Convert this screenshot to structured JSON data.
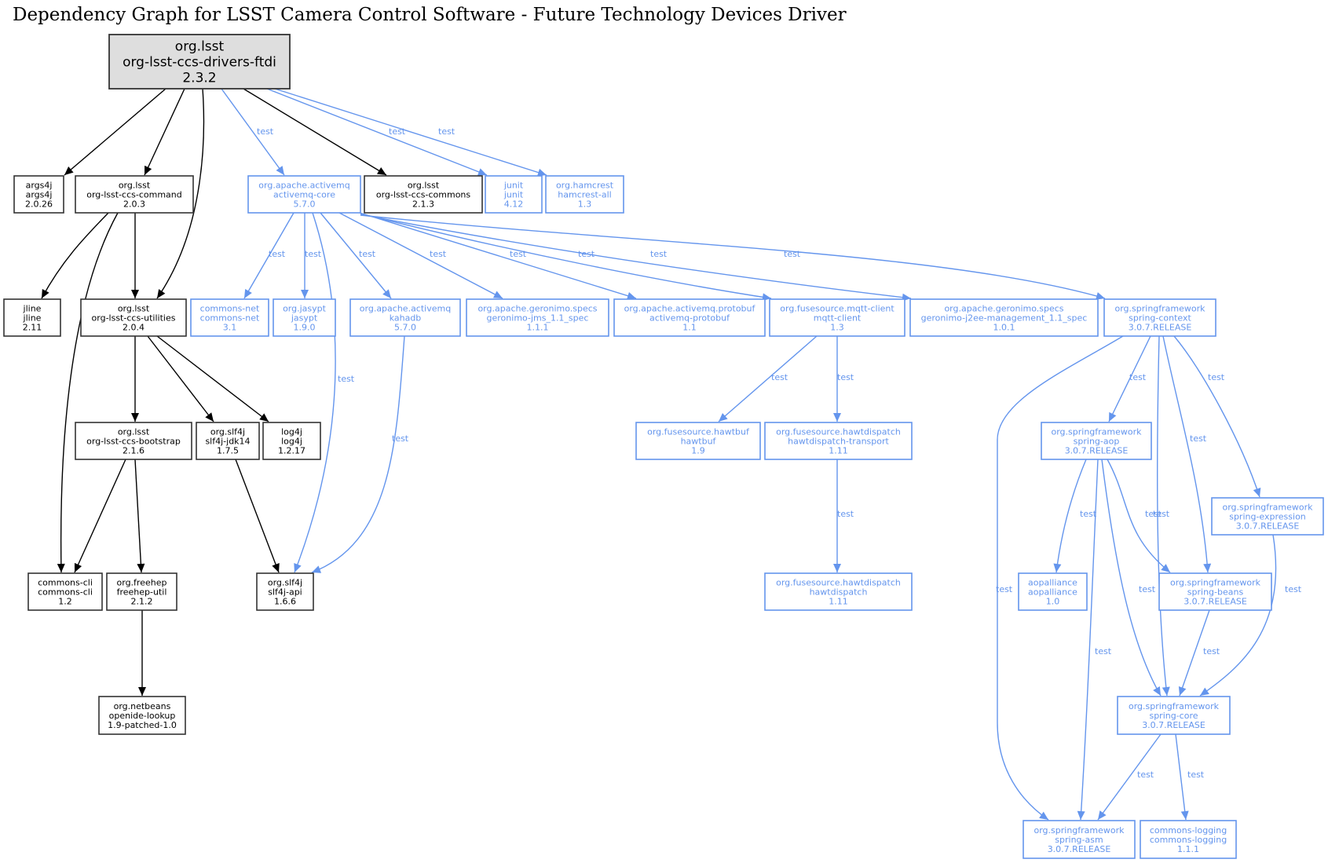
{
  "title": "Dependency Graph for LSST Camera Control Software - Future Technology Devices Driver",
  "colors": {
    "compile": "#000000",
    "test": "#6495ed",
    "root_fill": "#dedede"
  },
  "nodes": [
    {
      "id": "root",
      "group": "org.lsst",
      "artifact": "org-lsst-ccs-drivers-ftdi",
      "version": "2.3.2",
      "scope": "root"
    },
    {
      "id": "args4j",
      "group": "args4j",
      "artifact": "args4j",
      "version": "2.0.26",
      "scope": "compile"
    },
    {
      "id": "command",
      "group": "org.lsst",
      "artifact": "org-lsst-ccs-command",
      "version": "2.0.3",
      "scope": "compile"
    },
    {
      "id": "activemq-core",
      "group": "org.apache.activemq",
      "artifact": "activemq-core",
      "version": "5.7.0",
      "scope": "test"
    },
    {
      "id": "commons",
      "group": "org.lsst",
      "artifact": "org-lsst-ccs-commons",
      "version": "2.1.3",
      "scope": "compile"
    },
    {
      "id": "junit",
      "group": "junit",
      "artifact": "junit",
      "version": "4.12",
      "scope": "test"
    },
    {
      "id": "hamcrest",
      "group": "org.hamcrest",
      "artifact": "hamcrest-all",
      "version": "1.3",
      "scope": "test"
    },
    {
      "id": "jline",
      "group": "jline",
      "artifact": "jline",
      "version": "2.11",
      "scope": "compile"
    },
    {
      "id": "utilities",
      "group": "org.lsst",
      "artifact": "org-lsst-ccs-utilities",
      "version": "2.0.4",
      "scope": "compile"
    },
    {
      "id": "commons-net",
      "group": "commons-net",
      "artifact": "commons-net",
      "version": "3.1",
      "scope": "test"
    },
    {
      "id": "jasypt",
      "group": "org.jasypt",
      "artifact": "jasypt",
      "version": "1.9.0",
      "scope": "test"
    },
    {
      "id": "kahadb",
      "group": "org.apache.activemq",
      "artifact": "kahadb",
      "version": "5.7.0",
      "scope": "test"
    },
    {
      "id": "geronimo-jms",
      "group": "org.apache.geronimo.specs",
      "artifact": "geronimo-jms_1.1_spec",
      "version": "1.1.1",
      "scope": "test"
    },
    {
      "id": "protobuf",
      "group": "org.apache.activemq.protobuf",
      "artifact": "activemq-protobuf",
      "version": "1.1",
      "scope": "test"
    },
    {
      "id": "mqtt",
      "group": "org.fusesource.mqtt-client",
      "artifact": "mqtt-client",
      "version": "1.3",
      "scope": "test"
    },
    {
      "id": "geronimo-j2ee",
      "group": "org.apache.geronimo.specs",
      "artifact": "geronimo-j2ee-management_1.1_spec",
      "version": "1.0.1",
      "scope": "test"
    },
    {
      "id": "spring-context",
      "group": "org.springframework",
      "artifact": "spring-context",
      "version": "3.0.7.RELEASE",
      "scope": "test"
    },
    {
      "id": "bootstrap",
      "group": "org.lsst",
      "artifact": "org-lsst-ccs-bootstrap",
      "version": "2.1.6",
      "scope": "compile"
    },
    {
      "id": "slf4j-jdk14",
      "group": "org.slf4j",
      "artifact": "slf4j-jdk14",
      "version": "1.7.5",
      "scope": "compile"
    },
    {
      "id": "log4j",
      "group": "log4j",
      "artifact": "log4j",
      "version": "1.2.17",
      "scope": "compile"
    },
    {
      "id": "hawtbuf",
      "group": "org.fusesource.hawtbuf",
      "artifact": "hawtbuf",
      "version": "1.9",
      "scope": "test"
    },
    {
      "id": "hawtdispatch-transport",
      "group": "org.fusesource.hawtdispatch",
      "artifact": "hawtdispatch-transport",
      "version": "1.11",
      "scope": "test"
    },
    {
      "id": "spring-aop",
      "group": "org.springframework",
      "artifact": "spring-aop",
      "version": "3.0.7.RELEASE",
      "scope": "test"
    },
    {
      "id": "spring-expression",
      "group": "org.springframework",
      "artifact": "spring-expression",
      "version": "3.0.7.RELEASE",
      "scope": "test"
    },
    {
      "id": "commons-cli",
      "group": "commons-cli",
      "artifact": "commons-cli",
      "version": "1.2",
      "scope": "compile"
    },
    {
      "id": "freehep",
      "group": "org.freehep",
      "artifact": "freehep-util",
      "version": "2.1.2",
      "scope": "compile"
    },
    {
      "id": "slf4j-api",
      "group": "org.slf4j",
      "artifact": "slf4j-api",
      "version": "1.6.6",
      "scope": "compile"
    },
    {
      "id": "hawtdispatch",
      "group": "org.fusesource.hawtdispatch",
      "artifact": "hawtdispatch",
      "version": "1.11",
      "scope": "test"
    },
    {
      "id": "aopalliance",
      "group": "aopalliance",
      "artifact": "aopalliance",
      "version": "1.0",
      "scope": "test"
    },
    {
      "id": "spring-beans",
      "group": "org.springframework",
      "artifact": "spring-beans",
      "version": "3.0.7.RELEASE",
      "scope": "test"
    },
    {
      "id": "openide",
      "group": "org.netbeans",
      "artifact": "openide-lookup",
      "version": "1.9-patched-1.0",
      "scope": "compile"
    },
    {
      "id": "spring-core",
      "group": "org.springframework",
      "artifact": "spring-core",
      "version": "3.0.7.RELEASE",
      "scope": "test"
    },
    {
      "id": "spring-asm",
      "group": "org.springframework",
      "artifact": "spring-asm",
      "version": "3.0.7.RELEASE",
      "scope": "test"
    },
    {
      "id": "commons-logging",
      "group": "commons-logging",
      "artifact": "commons-logging",
      "version": "1.1.1",
      "scope": "test"
    }
  ],
  "edges": [
    {
      "from": "root",
      "to": "args4j",
      "scope": "compile",
      "label": ""
    },
    {
      "from": "root",
      "to": "command",
      "scope": "compile",
      "label": ""
    },
    {
      "from": "root",
      "to": "utilities",
      "scope": "compile",
      "label": ""
    },
    {
      "from": "root",
      "to": "activemq-core",
      "scope": "test",
      "label": "test"
    },
    {
      "from": "root",
      "to": "commons",
      "scope": "compile",
      "label": ""
    },
    {
      "from": "root",
      "to": "junit",
      "scope": "test",
      "label": "test"
    },
    {
      "from": "root",
      "to": "hamcrest",
      "scope": "test",
      "label": "test"
    },
    {
      "from": "command",
      "to": "jline",
      "scope": "compile",
      "label": ""
    },
    {
      "from": "command",
      "to": "utilities",
      "scope": "compile",
      "label": ""
    },
    {
      "from": "command",
      "to": "commons-cli",
      "scope": "compile",
      "label": ""
    },
    {
      "from": "utilities",
      "to": "bootstrap",
      "scope": "compile",
      "label": ""
    },
    {
      "from": "utilities",
      "to": "slf4j-jdk14",
      "scope": "compile",
      "label": ""
    },
    {
      "from": "utilities",
      "to": "log4j",
      "scope": "compile",
      "label": ""
    },
    {
      "from": "bootstrap",
      "to": "commons-cli",
      "scope": "compile",
      "label": ""
    },
    {
      "from": "bootstrap",
      "to": "freehep",
      "scope": "compile",
      "label": ""
    },
    {
      "from": "freehep",
      "to": "openide",
      "scope": "compile",
      "label": ""
    },
    {
      "from": "slf4j-jdk14",
      "to": "slf4j-api",
      "scope": "compile",
      "label": ""
    },
    {
      "from": "activemq-core",
      "to": "commons-net",
      "scope": "test",
      "label": "test"
    },
    {
      "from": "activemq-core",
      "to": "jasypt",
      "scope": "test",
      "label": "test"
    },
    {
      "from": "activemq-core",
      "to": "slf4j-api",
      "scope": "test",
      "label": "test"
    },
    {
      "from": "activemq-core",
      "to": "kahadb",
      "scope": "test",
      "label": "test"
    },
    {
      "from": "activemq-core",
      "to": "geronimo-jms",
      "scope": "test",
      "label": "test"
    },
    {
      "from": "activemq-core",
      "to": "protobuf",
      "scope": "test",
      "label": "test"
    },
    {
      "from": "activemq-core",
      "to": "mqtt",
      "scope": "test",
      "label": "test"
    },
    {
      "from": "activemq-core",
      "to": "geronimo-j2ee",
      "scope": "test",
      "label": "test"
    },
    {
      "from": "activemq-core",
      "to": "spring-context",
      "scope": "test",
      "label": "test"
    },
    {
      "from": "kahadb",
      "to": "slf4j-api",
      "scope": "test",
      "label": "test"
    },
    {
      "from": "mqtt",
      "to": "hawtbuf",
      "scope": "test",
      "label": "test"
    },
    {
      "from": "mqtt",
      "to": "hawtdispatch-transport",
      "scope": "test",
      "label": "test"
    },
    {
      "from": "hawtdispatch-transport",
      "to": "hawtdispatch",
      "scope": "test",
      "label": "test"
    },
    {
      "from": "spring-context",
      "to": "spring-aop",
      "scope": "test",
      "label": "test"
    },
    {
      "from": "spring-context",
      "to": "spring-expression",
      "scope": "test",
      "label": "test"
    },
    {
      "from": "spring-context",
      "to": "spring-beans",
      "scope": "test",
      "label": "test"
    },
    {
      "from": "spring-context",
      "to": "spring-core",
      "scope": "test",
      "label": "test"
    },
    {
      "from": "spring-context",
      "to": "spring-asm",
      "scope": "test",
      "label": "test"
    },
    {
      "from": "spring-aop",
      "to": "aopalliance",
      "scope": "test",
      "label": "test"
    },
    {
      "from": "spring-aop",
      "to": "spring-beans",
      "scope": "test",
      "label": "test"
    },
    {
      "from": "spring-aop",
      "to": "spring-core",
      "scope": "test",
      "label": "test"
    },
    {
      "from": "spring-aop",
      "to": "spring-asm",
      "scope": "test",
      "label": "test"
    },
    {
      "from": "spring-expression",
      "to": "spring-core",
      "scope": "test",
      "label": "test"
    },
    {
      "from": "spring-beans",
      "to": "spring-core",
      "scope": "test",
      "label": "test"
    },
    {
      "from": "spring-core",
      "to": "spring-asm",
      "scope": "test",
      "label": "test"
    },
    {
      "from": "spring-core",
      "to": "commons-logging",
      "scope": "test",
      "label": "test"
    }
  ]
}
